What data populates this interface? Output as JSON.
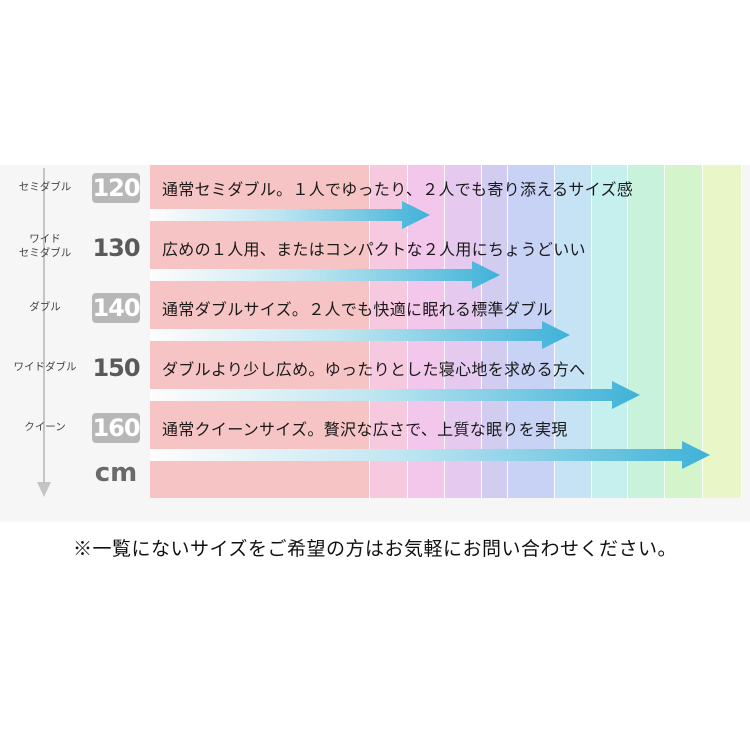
{
  "chart_data": {
    "type": "bar",
    "unit": "cm",
    "rows": [
      {
        "label": "セミダブル",
        "value": 120,
        "boxed": true,
        "description": "通常セミダブル。１人でゆったり、２人でも寄り添えるサイズ感"
      },
      {
        "label": "ワイド\nセミダブル",
        "value": 130,
        "boxed": false,
        "description": "広めの１人用、またはコンパクトな２人用にちょうどいい"
      },
      {
        "label": "ダブル",
        "value": 140,
        "boxed": true,
        "description": "通常ダブルサイズ。２人でも快適に眠れる標準ダブル"
      },
      {
        "label": "ワイドダブル",
        "value": 150,
        "boxed": false,
        "description": "ダブルより少し広め。ゆったりとした寝心地を求める方へ"
      },
      {
        "label": "クイーン",
        "value": 160,
        "boxed": true,
        "description": "通常クイーンサイズ。贅沢な広さで、上質な眠りを実現"
      }
    ],
    "xlim": [
      80,
      165
    ],
    "colors": {
      "arrow_start": "#ffffff",
      "arrow_end": "#3fb2d8",
      "label_box": "#b7b7b7",
      "axis_arrow": "#c4c4c4",
      "columns": [
        "#f6c4c4",
        "#f7c9df",
        "#f3c6ec",
        "#e6c9ee",
        "#d2cdf0",
        "#c7d2f5",
        "#c6e2f5",
        "#c6f0ee",
        "#c8f2dc",
        "#d4f5cc",
        "#e8f6c8",
        "#f8e4cc"
      ]
    }
  },
  "footer_note": "※一覧にないサイズをご希望の方はお気軽にお問い合わせください。"
}
